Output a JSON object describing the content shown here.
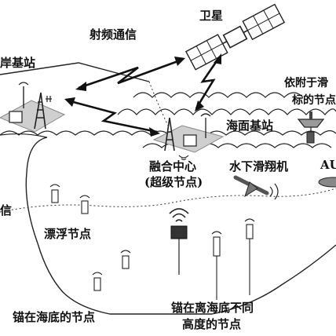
{
  "labels": {
    "satellite": "卫星",
    "rf_comm": "射频通信",
    "shore_station": "岸基站",
    "sea_station": "海面基站",
    "attached_node_line1": "依附于滑",
    "attached_node_line2": "标的节点",
    "fusion_center_line1": "融合中心",
    "fusion_center_line2": "(超级节点)",
    "glider": "水下滑翔机",
    "auv": "AU",
    "left_partial": "信",
    "floating_nodes": "漂浮节点",
    "seabed_anchored": "锚在海底的节点",
    "depth_anchored_line1": "锚在离海底不同",
    "depth_anchored_line2": "高度的节点"
  }
}
